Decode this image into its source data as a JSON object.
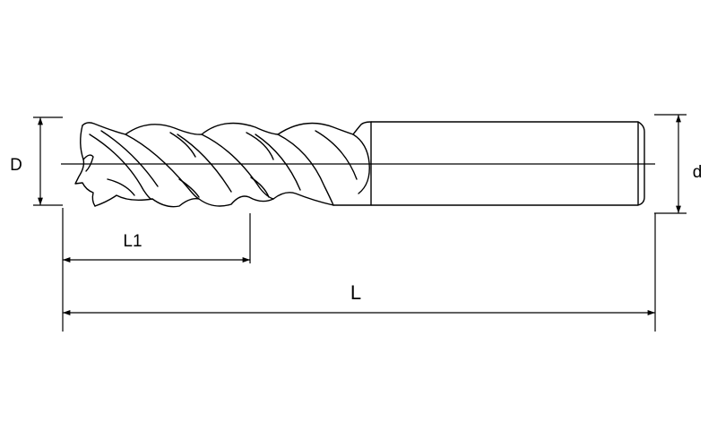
{
  "labels": {
    "D": "D",
    "d": "d",
    "L1": "L1",
    "L": "L"
  },
  "colors": {
    "line": "#000000",
    "background": "#ffffff"
  }
}
